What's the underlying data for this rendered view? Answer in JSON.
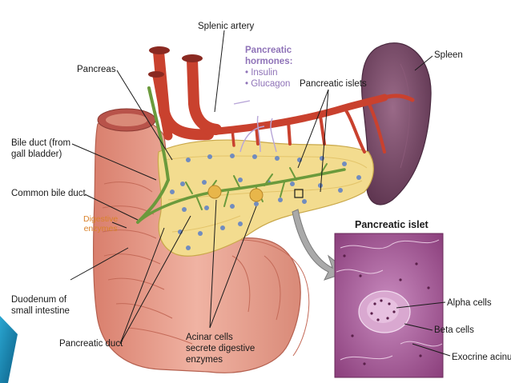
{
  "labels": {
    "splenic_artery": "Splenic artery",
    "pancreatic_hormones": "Pancreatic\nhormones:",
    "insulin": "• Insulin",
    "glucagon": "• Glucagon",
    "spleen": "Spleen",
    "pancreas": "Pancreas",
    "pancreatic_islets": "Pancreatic islets",
    "bile_duct": "Bile duct (from\ngall bladder)",
    "common_bile_duct": "Common bile duct",
    "digestive_enzymes": "Digestive\nenzymes",
    "duodenum": "Duodenum of\nsmall intestine",
    "pancreatic_duct": "Pancreatic duct",
    "acinar_cells": "Acinar cells\nsecrete digestive\nenzymes",
    "pancreatic_islet_title": "Pancreatic islet",
    "alpha_cells": "Alpha cells",
    "beta_cells": "Beta cells",
    "exocrine_acinus": "Exocrine acinus"
  },
  "colors": {
    "hormone_text": "#8f73b8",
    "enzyme_text": "#d9822b",
    "artery": "#c9412e",
    "pancreas_tissue": "#f3dc8f",
    "duct": "#6b9a3c",
    "spleen": "#7c4a6a",
    "duodenum": "#e9a08e",
    "micrograph": "#a0528e",
    "slide_accent": "#1a8fb8"
  }
}
